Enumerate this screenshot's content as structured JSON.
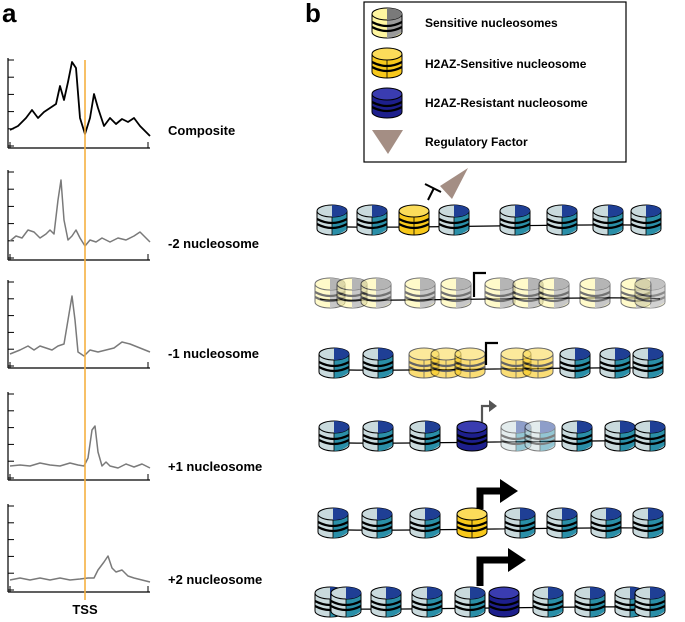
{
  "panel_a": {
    "letter": "a",
    "x_axis_label": "TSS",
    "plots": [
      {
        "label": "Composite",
        "color": "#000000"
      },
      {
        "label": "-2 nucleosome",
        "color": "#7a7a7a"
      },
      {
        "label": "-1 nucleosome",
        "color": "#7a7a7a"
      },
      {
        "label": "+1 nucleosome",
        "color": "#7a7a7a"
      },
      {
        "label": "+2 nucleosome",
        "color": "#7a7a7a"
      }
    ],
    "tss_line_color": "#f5b041"
  },
  "panel_b": {
    "letter": "b",
    "legend": [
      {
        "label": "Sensitive nucleosomes",
        "icon": "sensitive-nucleosome-icon",
        "colors": [
          "#fff6a0",
          "#9a9a9a"
        ]
      },
      {
        "label": "H2AZ-Sensitive nucleosome",
        "icon": "h2az-sensitive-nucleosome-icon",
        "color": "#f7c81b"
      },
      {
        "label": "H2AZ-Resistant nucleosome",
        "icon": "h2az-resistant-nucleosome-icon",
        "color": "#1d1f8c"
      },
      {
        "label": "Regulatory Factor",
        "icon": "regulatory-factor-icon",
        "color": "#a48e84"
      }
    ],
    "colors": {
      "nucleosome_light": "#c9dadd",
      "nucleosome_teal": "#2a8fa8",
      "nucleosome_navy": "#1f3f95",
      "h2az_yellow": "#f7c81b",
      "h2az_navy": "#1d1f8c",
      "factor": "#a48e84"
    }
  }
}
